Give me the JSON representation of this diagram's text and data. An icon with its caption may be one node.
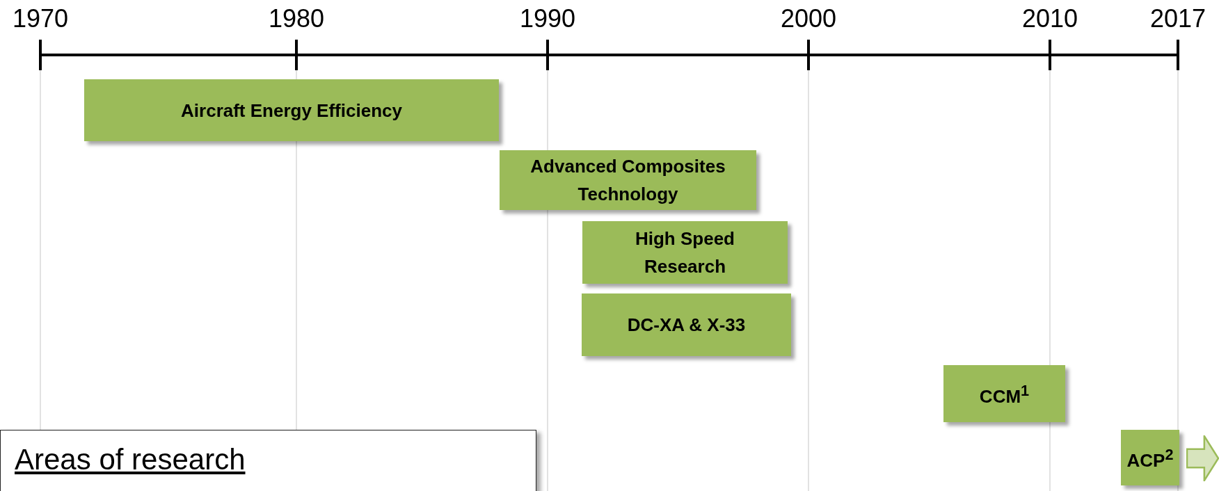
{
  "diagram": {
    "nodes": [
      {
        "text": [
          "Aircraft Energy Efficiency"
        ]
      },
      {
        "text": [
          "Advanced Composites Technology"
        ]
      },
      {
        "text": [
          "High Speed Research"
        ]
      },
      {
        "text": [
          "DC-XA & X-33"
        ]
      },
      {
        "text": [
          "CCM$^{1}$"
        ]
      },
      {
        "text": [
          "ACP$^{2}$"
        ]
      },
      {
        "text": [],
        "shape": "arrow"
      },
      {
        "text": [
          "Areas of research"
        ]
      }
    ],
    "labels": [
      "1970",
      "1980",
      "1990",
      "2000",
      "2010",
      "2017"
    ]
  }
}
